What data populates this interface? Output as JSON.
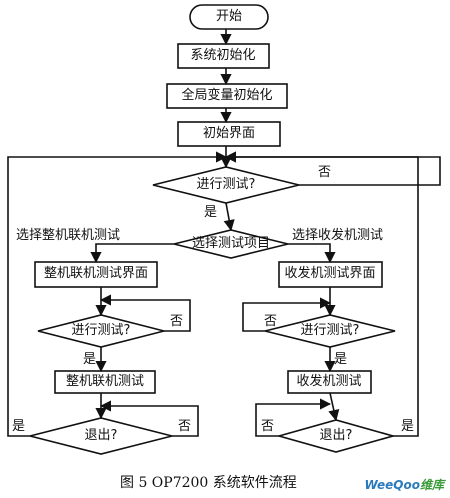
{
  "nodes": {
    "start": "开始",
    "sys_init": "系统初始化",
    "var_init": "全局变量初始化",
    "init_ui": "初始界面",
    "test_q": "进行测试?",
    "select": "选择测试项目",
    "whole_ui": "整机联机测试界面",
    "trans_ui": "收发机测试界面",
    "whole_test_q": "进行测试?",
    "trans_test_q": "进行测试?",
    "whole_test": "整机联机测试",
    "trans_test": "收发机测试",
    "exit_left": "退出?",
    "exit_right": "退出?"
  },
  "labels": {
    "no_main": "否",
    "yes_main": "是",
    "choose_whole": "选择整机联机测试",
    "choose_trans": "选择收发机测试",
    "no_left_test": "否",
    "yes_left_test": "是",
    "no_right_test": "否",
    "yes_right_test": "是",
    "yes_exit_left": "是",
    "no_exit_left": "否",
    "no_exit_right": "否",
    "yes_exit_right": "是"
  },
  "caption": "图 5 OP7200 系统软件流程",
  "watermark": {
    "part1": "WeeQoo",
    "part2": "维库"
  }
}
